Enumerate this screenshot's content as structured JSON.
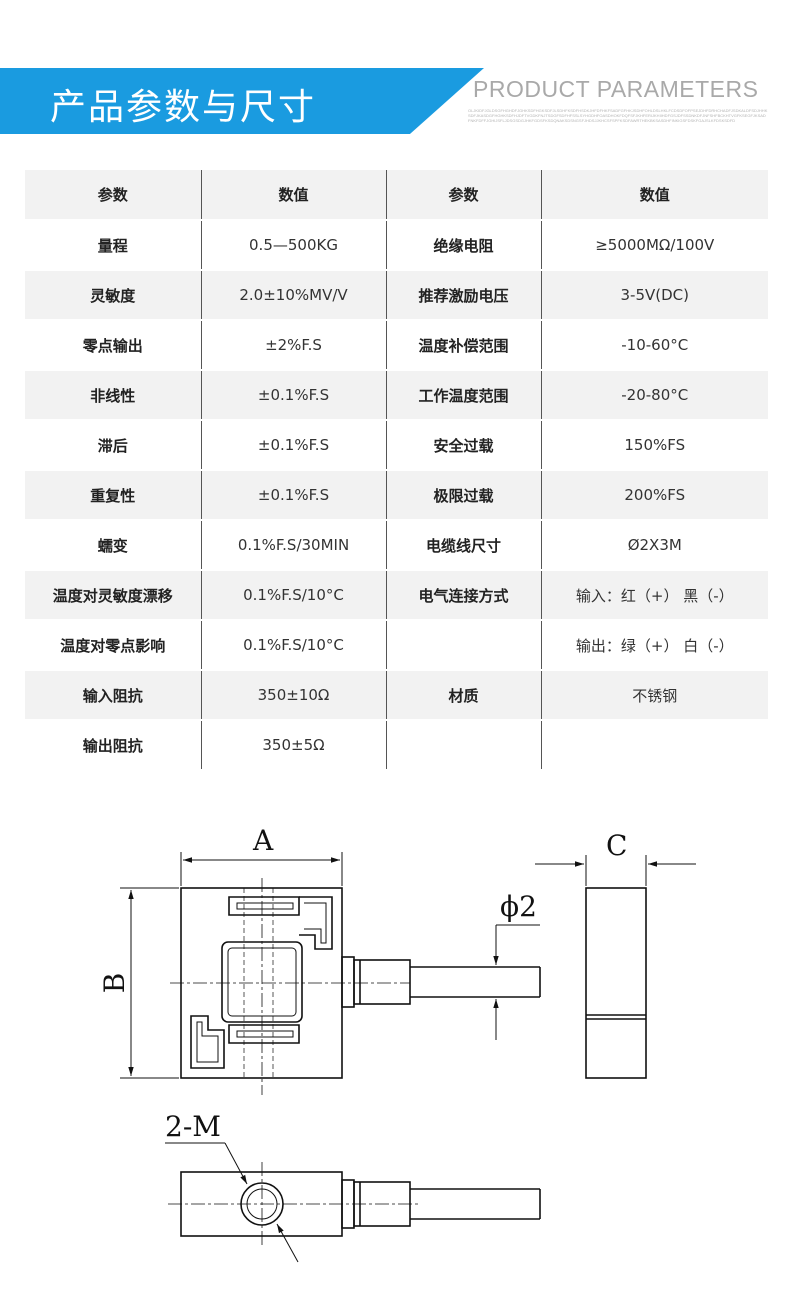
{
  "header": {
    "title": "产品参数与尺寸",
    "subtitle": "PRODUCT PARAMETERS",
    "fine_print": "OLJKIDFJGLDSGFHGHDFJGHKSDFHGKSDFJLSDHFKSDFHSDKJHFDFHKFSADFGFHKJSDHFOHLDSLHKLFCDSDFOFPSEJDHFDRHCHADFJSDKALDFSDJHHKSDFJKASDGFHGHKSDFHJDFTVGDKFNJTSDGFSDFHFSSLSYHGDHFOASDHOKFDQFSFJKHFERIJKHIIHDFGSJDFSSDNKDFJNFSHFBCKHTVGFKSEGFJKSADFNKFDFFJGHIJSFLJDSGSDGJHKFGDSFKSDQNAKSDSNGSFJHDSJJKHCSFSPFKSDFAWRTHEKBKSASDHFINKIGSFDSKFGAJSLKFDSKSDFD"
  },
  "table": {
    "rows": [
      {
        "k1": "参数",
        "v1": "数值",
        "k2": "参数",
        "v2": "数值"
      },
      {
        "k1": "量程",
        "v1": "0.5—500KG",
        "k2": "绝缘电阻",
        "v2": "≥5000MΩ/100V"
      },
      {
        "k1": "灵敏度",
        "v1": "2.0±10%MV/V",
        "k2": "推荐激励电压",
        "v2": "3-5V(DC)"
      },
      {
        "k1": "零点输出",
        "v1": "±2%F.S",
        "k2": "温度补偿范围",
        "v2": "-10-60°C"
      },
      {
        "k1": "非线性",
        "v1": "±0.1%F.S",
        "k2": "工作温度范围",
        "v2": "-20-80°C"
      },
      {
        "k1": "滞后",
        "v1": "±0.1%F.S",
        "k2": "安全过载",
        "v2": "150%FS"
      },
      {
        "k1": "重复性",
        "v1": "±0.1%F.S",
        "k2": "极限过载",
        "v2": "200%FS"
      },
      {
        "k1": "蠕变",
        "v1": "0.1%F.S/30MIN",
        "k2": "电缆线尺寸",
        "v2": "Ø2X3M"
      },
      {
        "k1": "温度对灵敏度漂移",
        "v1": "0.1%F.S/10°C",
        "k2": "电气连接方式",
        "v2": "输入：红（+） 黑（-）"
      },
      {
        "k1": "温度对零点影响",
        "v1": "0.1%F.S/10°C",
        "k2": "",
        "v2": "输出：绿（+） 白（-）"
      },
      {
        "k1": "输入阻抗",
        "v1": "350±10Ω",
        "k2": "材质",
        "v2": "不锈钢"
      },
      {
        "k1": "输出阻抗",
        "v1": "350±5Ω",
        "k2": "",
        "v2": ""
      }
    ]
  },
  "drawing": {
    "label_a": "A",
    "label_b": "B",
    "label_c": "C",
    "label_phi": "ϕ2",
    "label_m": "2-M"
  }
}
